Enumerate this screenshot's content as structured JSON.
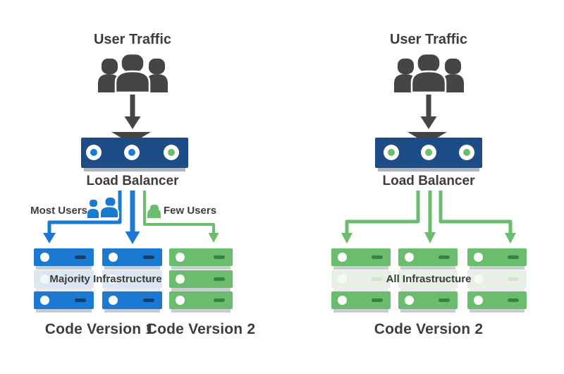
{
  "diagram": {
    "left": {
      "title": "User Traffic",
      "load_balancer_label": "Load Balancer",
      "most_users_label": "Most Users",
      "few_users_label": "Few Users",
      "infrastructure_label": "Majority Infrastructure",
      "code_version_1_label": "Code Version 1",
      "code_version_2_label": "Code Version 2"
    },
    "right": {
      "title": "User Traffic",
      "load_balancer_label": "Load Balancer",
      "infrastructure_label": "All Infrastructure",
      "code_version_label": "Code Version 2"
    },
    "colors": {
      "blue": "#1b79d2",
      "navy": "#1d4d86",
      "navy_dash": "#163d6e",
      "green": "#69bd6d",
      "green_dash": "#3c8142",
      "faded_blue": "#dde7f1",
      "faded_green": "#e8efe6",
      "people_gray": "#454545",
      "text_gray": "#3d3d3d",
      "shadow_gray": "#c9ced3"
    },
    "icons": {
      "users_group": "users-group-icon",
      "down_arrow": "down-arrow-icon",
      "funnel": "funnel-icon",
      "load_balancer": "load-balancer-icon",
      "server": "server-icon",
      "most_users": "most-users-icon",
      "few_users": "few-users-icon",
      "branch_arrows": "branch-arrows-icon"
    }
  }
}
